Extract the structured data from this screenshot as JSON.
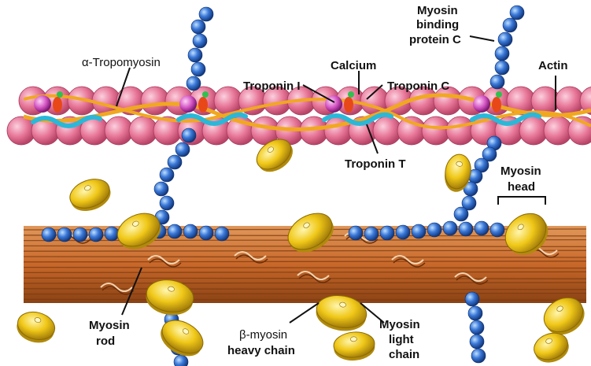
{
  "labels": {
    "tropomyosin": "α-Tropomyosin",
    "troponin_i": "Troponin I",
    "calcium": "Calcium",
    "troponin_c": "Troponin C",
    "troponin_t": "Troponin T",
    "mybpc_line1": "Myosin",
    "mybpc_line2": "binding",
    "mybpc_line3": "protein C",
    "actin": "Actin",
    "myosin_head_line1": "Myosin",
    "myosin_head_line2": "head",
    "myosin_rod_line1": "Myosin",
    "myosin_rod_line2": "rod",
    "heavy_chain_line1": "β-myosin",
    "heavy_chain_line2": "heavy chain",
    "light_chain_line1": "Myosin",
    "light_chain_line2": "light",
    "light_chain_line3": "chain"
  },
  "colors": {
    "actin": "#e8789a",
    "actin_highlight": "#f7b8cc",
    "tropomyosin": "#f0a820",
    "troponin_t": "#2ab8d8",
    "troponin_i": "#d050c0",
    "troponin_c": "#e84818",
    "calcium": "#30c050",
    "mybpc": "#3a78d8",
    "myosin_rod": "#c8682a",
    "myosin_head": "#f0c818"
  }
}
